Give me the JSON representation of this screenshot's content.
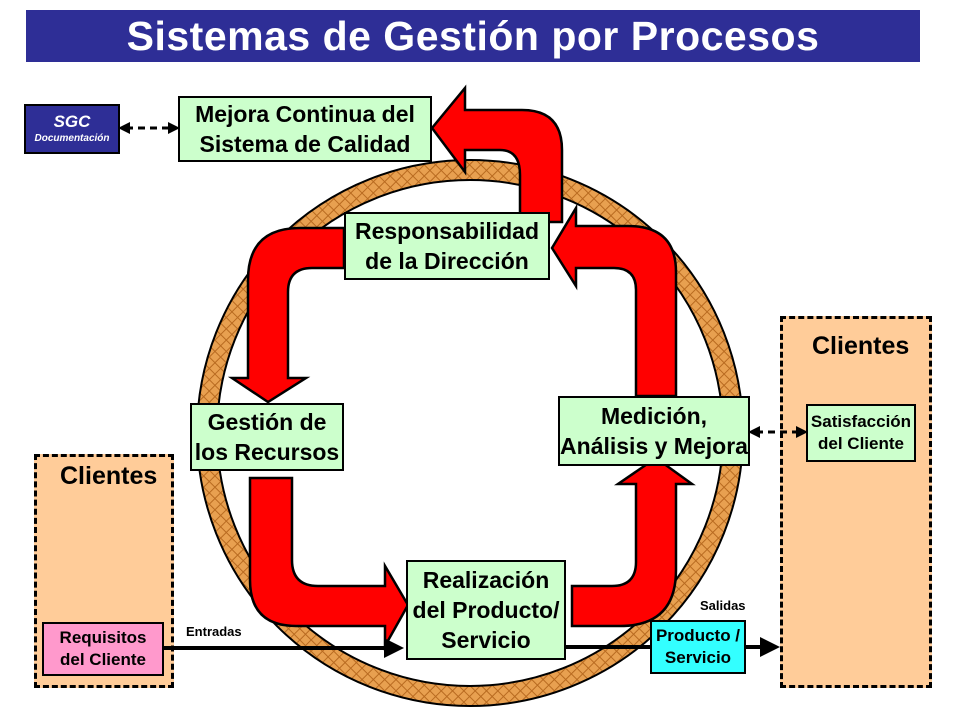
{
  "title": "Sistemas de Gestión por Procesos",
  "colors": {
    "title_bg": "#2e2e96",
    "process_box": "#ccffcc",
    "arrow_red": "#ff0000",
    "ring": "#e8a050",
    "clients_panel": "#ffcc99",
    "requirements_box": "#ff99cc",
    "product_box": "#33ffff",
    "sgc_box": "#2e2e96"
  },
  "sgc": {
    "title": "SGC",
    "subtitle": "Documentación"
  },
  "processes": {
    "continuous_improvement": "Mejora Continua del\nSistema de Calidad",
    "management_responsibility": "Responsabilidad\nde la Dirección",
    "resource_management": "Gestión de\nlos Recursos",
    "measurement": "Medición,\nAnálisis y Mejora",
    "product_realization": "Realización\ndel Producto/\nServicio"
  },
  "clients_left": {
    "title": "Clientes",
    "requirements": "Requisitos\ndel Cliente"
  },
  "clients_right": {
    "title": "Clientes",
    "satisfaction": "Satisfacción\ndel Cliente"
  },
  "flows": {
    "inputs_label": "Entradas",
    "outputs_label": "Salidas",
    "product": "Producto /\nServicio"
  }
}
